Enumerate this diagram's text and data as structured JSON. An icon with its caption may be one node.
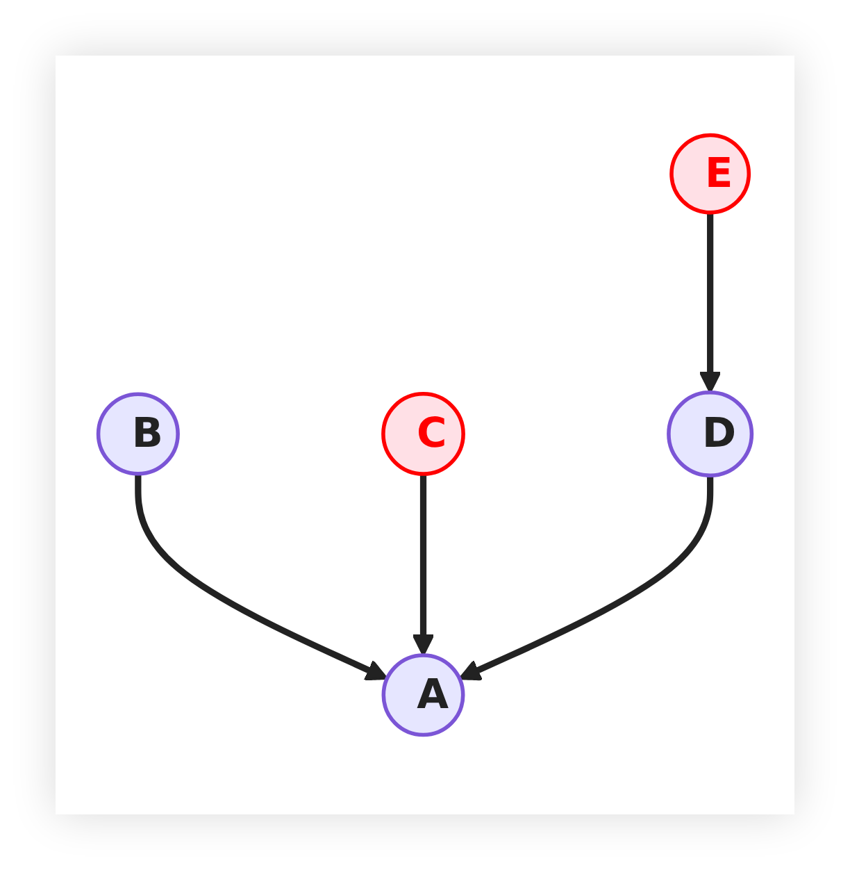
{
  "diagram": {
    "nodes": [
      {
        "text": [
          "E"
        ]
      },
      {
        "text": [
          "B"
        ]
      },
      {
        "text": [
          "C"
        ]
      },
      {
        "text": [
          "D"
        ]
      },
      {
        "text": [
          "A"
        ]
      }
    ],
    "edges": [
      {
        "from": 0,
        "to": 3,
        "arrow": "to"
      },
      {
        "from": 1,
        "to": 4,
        "arrow": "to"
      },
      {
        "from": 2,
        "to": 4,
        "arrow": "to"
      },
      {
        "from": 3,
        "to": 4,
        "arrow": "to"
      }
    ]
  }
}
